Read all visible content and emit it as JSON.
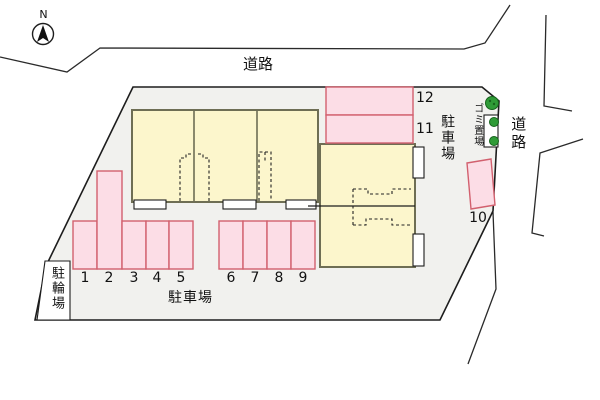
{
  "site_plan": {
    "compass": {
      "label": "N"
    },
    "roads": {
      "top_label": "道路",
      "right_label": "道路"
    },
    "areas": {
      "parking_right_label": "駐車場",
      "parking_bottom_label": "駐車場",
      "bicycle_parking_label": "駐輪場",
      "garbage_area_label": "ゴミ置場"
    },
    "parking_spaces": {
      "bottom_row_left": [
        "1",
        "2",
        "3",
        "4",
        "5"
      ],
      "bottom_row_right": [
        "6",
        "7",
        "8",
        "9"
      ],
      "side_space": "10",
      "top_column": [
        "12",
        "11"
      ]
    }
  },
  "colors": {
    "site_fill": "#f1f1ee",
    "outline": "#1d1d1d",
    "road_line": "#2a2a2a",
    "building_fill": "#fcf6cc",
    "building_stroke": "#6e6e54",
    "space_fill": "#fcdde6",
    "space_stroke": "#d2606e",
    "tree_fill": "#2f9b37",
    "tree_stroke": "#17641d"
  }
}
